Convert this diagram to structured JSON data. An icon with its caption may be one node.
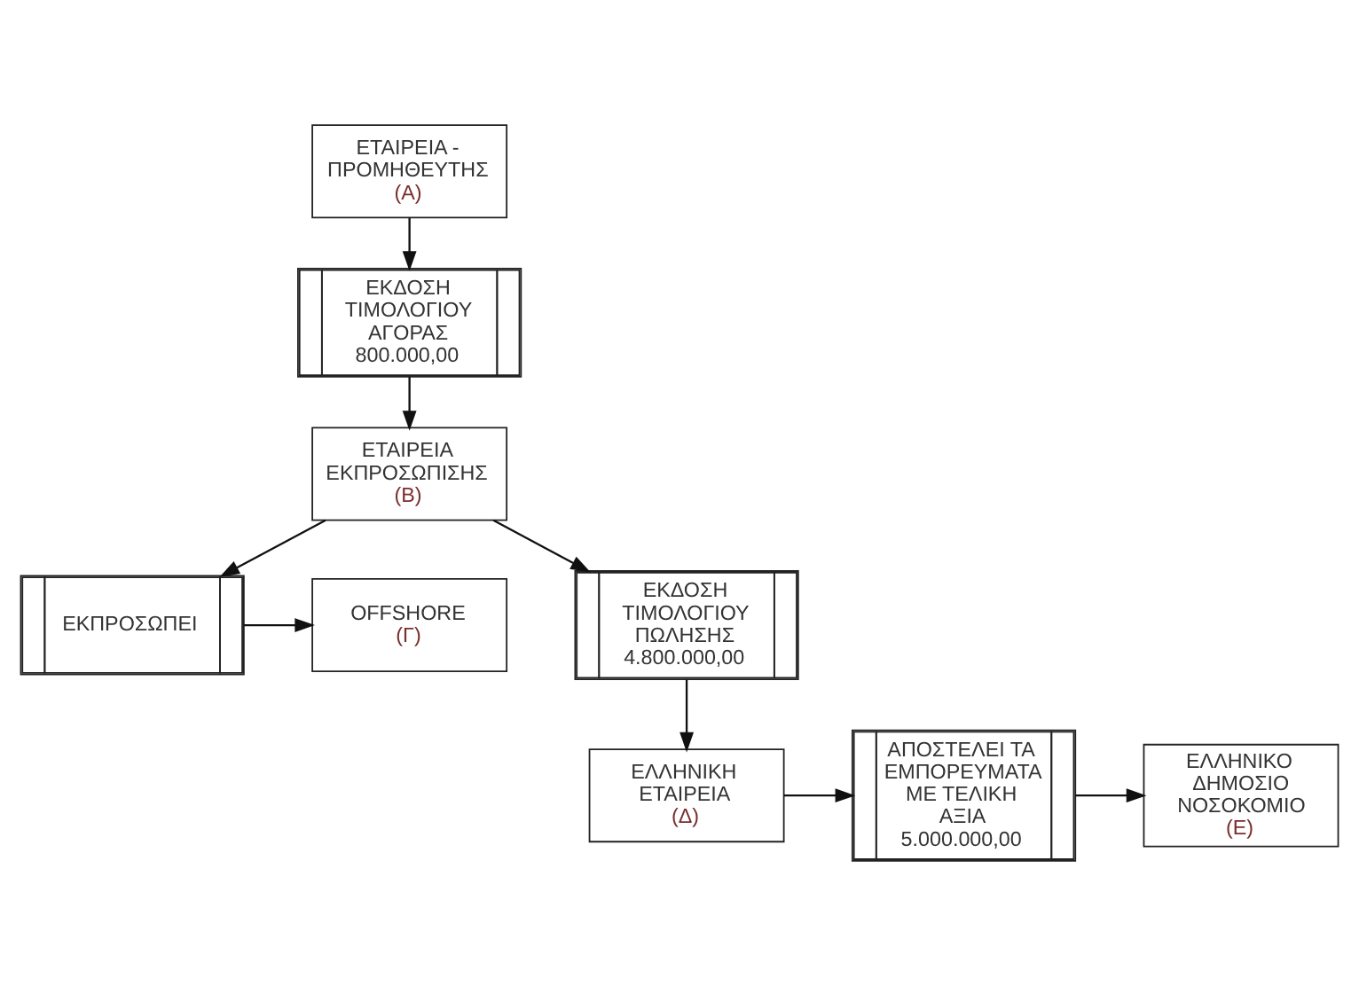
{
  "diagram": {
    "nodes": [
      {
        "text": [
          "ΕΤΑΙΡΕΙΑ - ΠΡΟΜΗΘΕΥΤΗΣ",
          "(Α)"
        ]
      },
      {
        "text": [
          "ΕΚΔΟΣΗ ΤΙΜΟΛΟΓΙΟΥ ΑΓΟΡΑΣ 800.000,00"
        ]
      },
      {
        "text": [
          "ΕΤΑΙΡΕΙΑ ΕΚΠΡΟΣΩΠΙΣΗΣ",
          "(Β)"
        ]
      },
      {
        "text": [
          "ΕΚΠΡΟΣΩΠΕΙ"
        ]
      },
      {
        "text": [
          "OFFSHORE",
          "(Γ)"
        ]
      },
      {
        "text": [
          "ΕΚΔΟΣΗ ΤΙΜΟΛΟΓΙΟΥ ΠΩΛΗΣΗΣ 4.800.000,00"
        ]
      },
      {
        "text": [
          "ΕΛΛΗΝΙΚΗ ΕΤΑΙΡΕΙΑ",
          "(Δ)"
        ]
      },
      {
        "text": [
          "ΑΠΟΣΤΕΛΕΙ ΤΑ ΕΜΠΟΡΕΥΜΑΤΑ ΜΕ ΤΕΛΙΚΗ ΑΞΙΑ 5.000.000,00"
        ]
      },
      {
        "text": [
          "ΕΛΛΗΝΙΚΟ ΔΗΜΟΣΙΟ ΝΟΣΟΚΟΜΙΟ",
          "(Ε)"
        ]
      }
    ],
    "edges": [
      {
        "from": 0,
        "to": 1,
        "arrow": "to"
      },
      {
        "from": 1,
        "to": 2,
        "arrow": "to"
      },
      {
        "from": 2,
        "to": 3,
        "arrow": "to"
      },
      {
        "from": 3,
        "to": 4,
        "arrow": "to"
      },
      {
        "from": 2,
        "to": 5,
        "arrow": "to"
      },
      {
        "from": 5,
        "to": 6,
        "arrow": "to"
      },
      {
        "from": 6,
        "to": 7,
        "arrow": "to"
      },
      {
        "from": 7,
        "to": 8,
        "arrow": "to"
      }
    ]
  }
}
